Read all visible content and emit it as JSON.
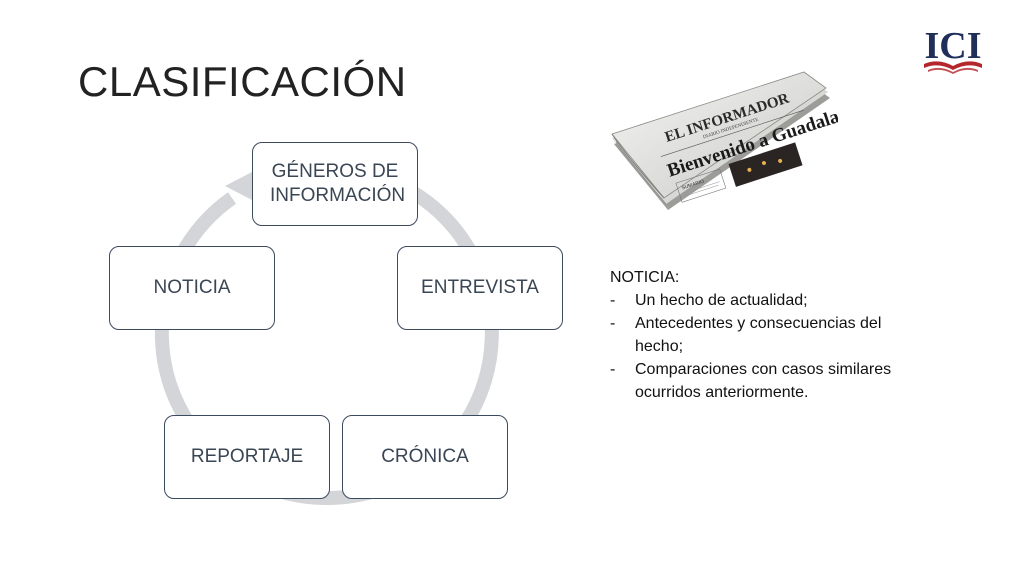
{
  "slide": {
    "title": "CLASIFICACIÓN"
  },
  "logo": {
    "text": "ICI",
    "color": "#1f2f5a",
    "accent": "#b3272d"
  },
  "newspaper": {
    "masthead": "EL INFORMADOR",
    "subhead": "DIARIO INDEPENDIENTE",
    "headline": "Bienvenido a Guadalajara",
    "footer": "SUMARIO"
  },
  "cycle": {
    "nodes": [
      {
        "label": "GÉNEROS DE INFORMACIÓN"
      },
      {
        "label": "ENTREVISTA"
      },
      {
        "label": "CRÓNICA"
      },
      {
        "label": "REPORTAJE"
      },
      {
        "label": "NOTICIA"
      }
    ],
    "ring_color": "#d3d5d9",
    "border_color": "#3b4a5e"
  },
  "notes": {
    "heading": "NOTICIA:",
    "items": [
      {
        "dash": "-",
        "text": "Un hecho de actualidad;"
      },
      {
        "dash": "-",
        "text": "Antecedentes y consecuencias del hecho;"
      },
      {
        "dash": "-",
        "text": "Comparaciones con casos similares ocurridos anteriormente."
      }
    ]
  }
}
